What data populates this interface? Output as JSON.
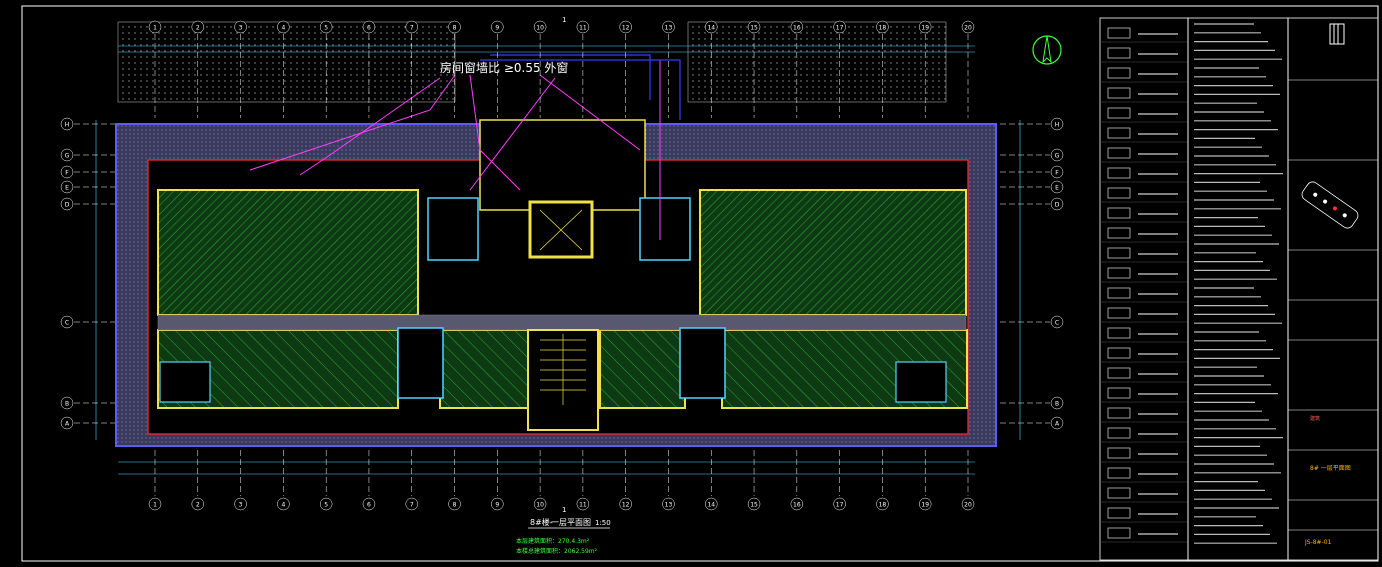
{
  "plan": {
    "annotation": "房间窗墙比 ≥0.55 外窗",
    "title_prefix": "8#楼-",
    "title": "一层平面图",
    "scale": "1:50",
    "area_building": "本层建筑面积：270.4.3m²",
    "area_total": "本楼总建筑面积：2062.59m²",
    "col_axes": [
      "1",
      "2",
      "3",
      "4",
      "5",
      "6",
      "7",
      "8",
      "9",
      "10",
      "11",
      "12",
      "13",
      "14",
      "15",
      "16",
      "17",
      "18",
      "19",
      "20"
    ],
    "row_axes_left": [
      "H",
      "G",
      "F",
      "E",
      "D",
      "C",
      "B",
      "A"
    ],
    "row_axes_right": [
      "H",
      "G",
      "F",
      "E",
      "D",
      "C",
      "B",
      "A"
    ],
    "section_mark": "1",
    "north_label": "N"
  },
  "title_block": {
    "sheet_title": "8# 一层平面图",
    "drawing_number": "JS-8#-01",
    "stamp": "建筑"
  },
  "colors": {
    "background": "#000000",
    "hatch": "#1f8a2a",
    "wall": "#f0e04a",
    "axis": "#ffffff",
    "dim": "#4fd5ff",
    "magenta": "#ff3cff",
    "red": "#ff2b2b",
    "blue": "#3a3aff",
    "green_text": "#3cff3c"
  }
}
